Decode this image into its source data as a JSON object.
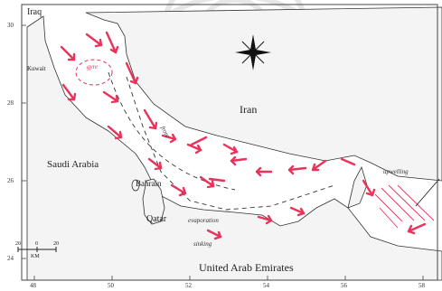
{
  "colors": {
    "arrow": "#e8335a",
    "land": "#ffffff",
    "coast": "#333333",
    "frame": "#444444"
  },
  "countries": {
    "iraq": "Iraq",
    "kuwait": "Kuwait",
    "iran": "Iran",
    "saudi": "Saudi Arabia",
    "bahrain": "Bahrain",
    "qatar": "Qatar",
    "uae": "United Arab Emirates"
  },
  "annotations": {
    "gyre": "gyre",
    "front": "front",
    "evaporation": "evaporation",
    "sinking": "sinking",
    "upwelling": "upwelling"
  },
  "lat_labels": [
    "30",
    "28",
    "26",
    "24"
  ],
  "lon_labels": [
    "48",
    "50",
    "52",
    "54",
    "56",
    "58"
  ],
  "scale": {
    "left": "20",
    "mid": "0",
    "right": "20",
    "unit": "KM"
  },
  "icons": {
    "compass": "north-arrow-compass-icon"
  }
}
